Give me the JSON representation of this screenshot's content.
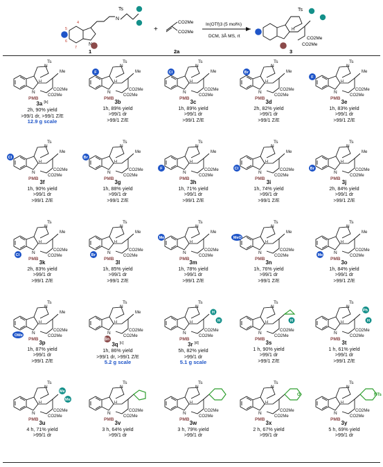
{
  "scheme": {
    "reactant1_label": "1",
    "reactant2_label": "2a",
    "product_label": "3",
    "reactant1_ts": "Ts",
    "reactant1_n_chain": "N",
    "reactant1_nh": "N",
    "reactant1_positions": [
      "4",
      "5",
      "6",
      "7"
    ],
    "reactant2_groups": [
      "CO2Me",
      "CO2Me"
    ],
    "plus": "+",
    "conditions_top": "In(OTf)3 (5 mol%)",
    "conditions_bottom": "DCM, 3Å MS, rt",
    "product_ts": "Ts",
    "product_h": "H",
    "product_ester1": "CO2Me",
    "product_ester2": "CO2Me"
  },
  "entries": [
    {
      "id": "3a",
      "note": "[b]",
      "lines": [
        "2h, 90% yield",
        ">99/1 dr, >99/1 Z/E"
      ],
      "scale": "12.9 g scale",
      "sub": "",
      "pos": "none"
    },
    {
      "id": "3b",
      "note": "",
      "lines": [
        "1h, 89% yield",
        ">99/1 dr",
        ">99/1 Z/E"
      ],
      "scale": "",
      "sub": "F",
      "pos": "c4"
    },
    {
      "id": "3c",
      "note": "",
      "lines": [
        "1h, 89% yield",
        ">99/1 dr",
        ">99/1 Z/E"
      ],
      "scale": "",
      "sub": "Cl",
      "pos": "c4"
    },
    {
      "id": "3d",
      "note": "",
      "lines": [
        "2h, 82% yield",
        ">99/1 dr",
        ">99/1 Z/E"
      ],
      "scale": "",
      "sub": "Br",
      "pos": "c4"
    },
    {
      "id": "3e",
      "note": "",
      "lines": [
        "1h, 83% yield",
        ">99/1 dr",
        ">99/1 Z/E"
      ],
      "scale": "",
      "sub": "F",
      "pos": "c5"
    },
    {
      "id": "3f",
      "note": "",
      "lines": [
        "1h, 90% yield",
        ">99/1 dr",
        ">99/1 Z/E"
      ],
      "scale": "",
      "sub": "Cl",
      "pos": "c5"
    },
    {
      "id": "3g",
      "note": "",
      "lines": [
        "1h, 88% yield",
        ">99/1 dr",
        ">99/1 Z/E"
      ],
      "scale": "",
      "sub": "Br",
      "pos": "c5"
    },
    {
      "id": "3h",
      "note": "",
      "lines": [
        "1h, 71% yield",
        ">99/1 dr",
        ">99/1 Z/E"
      ],
      "scale": "",
      "sub": "F",
      "pos": "c6"
    },
    {
      "id": "3i",
      "note": "",
      "lines": [
        "1h, 74% yield",
        ">99/1 dr",
        ">99/1 Z/E"
      ],
      "scale": "",
      "sub": "Cl",
      "pos": "c6"
    },
    {
      "id": "3j",
      "note": "",
      "lines": [
        "2h, 84% yield",
        ">99/1 dr",
        ">99/1 Z/E"
      ],
      "scale": "",
      "sub": "Br",
      "pos": "c6"
    },
    {
      "id": "3k",
      "note": "",
      "lines": [
        "2h, 83% yield",
        ">99/1 dr",
        ">99/1 Z/E"
      ],
      "scale": "",
      "sub": "Cl",
      "pos": "c7"
    },
    {
      "id": "3l",
      "note": "",
      "lines": [
        "1h, 85% yield",
        ">99/1 dr",
        ">99/1 Z/E"
      ],
      "scale": "",
      "sub": "Br",
      "pos": "c7"
    },
    {
      "id": "3m",
      "note": "",
      "lines": [
        "1h, 78% yield",
        ">99/1 dr",
        ">99/1 Z/E"
      ],
      "scale": "",
      "sub": "Me",
      "pos": "c5"
    },
    {
      "id": "3n",
      "note": "",
      "lines": [
        "1h, 76% yield",
        ">99/1 dr",
        ">99/1 Z/E"
      ],
      "scale": "",
      "sub": "MeO",
      "pos": "c5"
    },
    {
      "id": "3o",
      "note": "",
      "lines": [
        "1h, 84% yield",
        ">99/1 dr",
        ">99/1 Z/E"
      ],
      "scale": "",
      "sub": "Me",
      "pos": "c7"
    },
    {
      "id": "3p",
      "note": "",
      "lines": [
        "1h, 87% yield",
        ">99/1 dr",
        ">99/1 Z/E"
      ],
      "scale": "",
      "sub": "OMe",
      "pos": "c7"
    },
    {
      "id": "3q",
      "note": "[c]",
      "lines": [
        "1h, 86% yield",
        ">99/1 dr, >99/1 Z/E"
      ],
      "scale": "5.2 g scale",
      "sub": "Bn",
      "pos": "n"
    },
    {
      "id": "3r",
      "note": "[d]",
      "lines": [
        "5h, 82% yield",
        ">99/1 dr"
      ],
      "scale": "5.1 g scale",
      "sub": "H",
      "pos": "alkene"
    },
    {
      "id": "3s",
      "note": "",
      "lines": [
        "1 h, 90% yield",
        ">99/1 dr",
        ">99/1 Z/E"
      ],
      "scale": "",
      "sub": "",
      "pos": "cyclopropyl"
    },
    {
      "id": "3t",
      "note": "",
      "lines": [
        "1 h, 61% yield",
        ">99/1 dr",
        ">99/1 Z/E"
      ],
      "scale": "",
      "sub": "Ph",
      "pos": "phenyl"
    },
    {
      "id": "3u",
      "note": "",
      "lines": [
        "4 h, 71% yield",
        ">99/1 dr"
      ],
      "scale": "",
      "sub": "Me",
      "pos": "dimethyl"
    },
    {
      "id": "3v",
      "note": "",
      "lines": [
        "3 h, 64% yield",
        ">99/1 dr"
      ],
      "scale": "",
      "sub": "",
      "pos": "cyclopentyl"
    },
    {
      "id": "3w",
      "note": "",
      "lines": [
        "3 h, 79% yield",
        ">99/1 dr"
      ],
      "scale": "",
      "sub": "",
      "pos": "cyclohexyl"
    },
    {
      "id": "3x",
      "note": "",
      "lines": [
        "2 h, 67% yield",
        ">99/1 dr"
      ],
      "scale": "",
      "sub": "O",
      "pos": "pyran"
    },
    {
      "id": "3y",
      "note": "",
      "lines": [
        "5 h, 69% yield",
        ">99/1 dr"
      ],
      "scale": "",
      "sub": "NTs",
      "pos": "piperidine"
    }
  ],
  "labels": {
    "ts": "Ts",
    "n": "N",
    "h": "H",
    "pmb": "PMB",
    "ester": "CO2Me",
    "me": "Me"
  },
  "colors": {
    "blue": "#1f55c8",
    "teal": "#14908a",
    "pmb": "#8b4a4a",
    "bn": "#8b4a4a",
    "green": "#2f9e2f"
  }
}
